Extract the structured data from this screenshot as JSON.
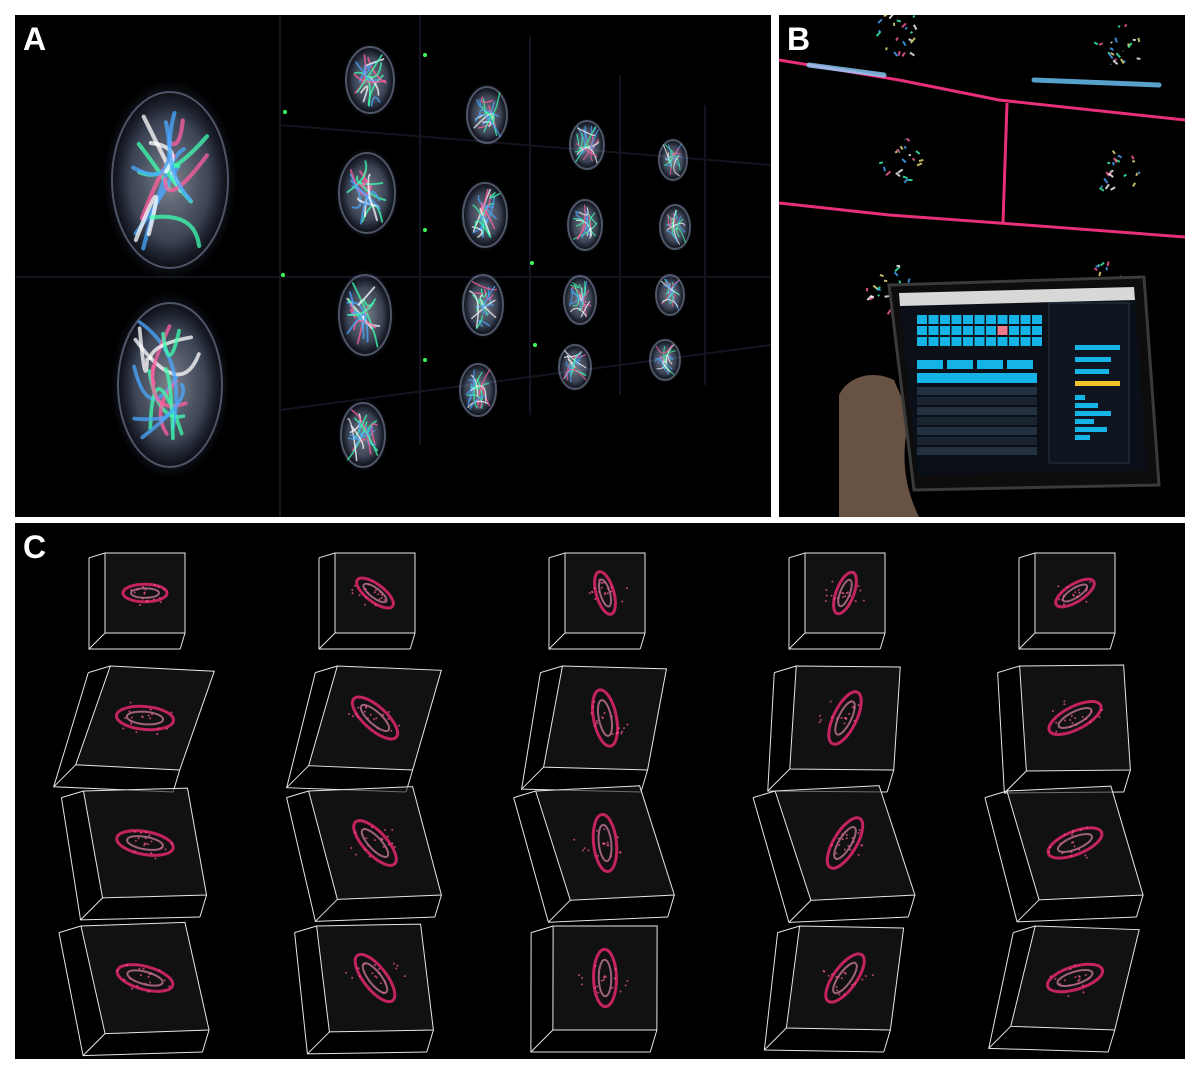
{
  "panels": {
    "a": {
      "label": "A"
    },
    "b": {
      "label": "B"
    },
    "c": {
      "label": "C"
    }
  },
  "colors": {
    "background": "#000000",
    "border": "#ffffff",
    "brain_glow": "#c8d8ff",
    "tract_green": "#3dffb0",
    "tract_blue": "#4aa8ff",
    "tract_pink": "#ff5fa0",
    "frame_magenta": "#e8307a",
    "tablet_cyan": "#16b4e6",
    "tablet_yellow": "#f0c22e",
    "particle_pink": "#ff2a7a",
    "cube_line": "#e6e6e6"
  },
  "icons": [
    "brain-visualization-icon",
    "tablet-device-icon",
    "hand-icon",
    "galaxy-cube-icon"
  ]
}
